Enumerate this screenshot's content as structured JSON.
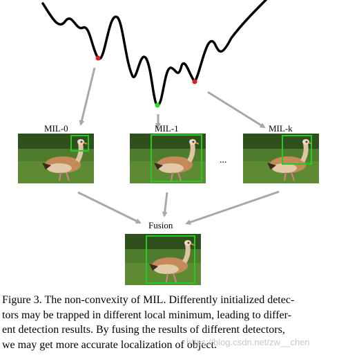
{
  "labels": {
    "mil0": "MIL-0",
    "mil1": "MIL-1",
    "milk": "MIL-k",
    "ellipsis": "...",
    "fusion": "Fusion"
  },
  "caption": {
    "l1": "Figure 3. The non-convexity of MIL. Differently initialized detec-",
    "l2": "tors may be trapped in different local minimum, leading to differ-",
    "l3": "ent detection results.  By fusing the results of different detectors,",
    "l4": "we may get more accurate localization of object."
  },
  "watermark": "https://blog.csdn.net/zw__chen",
  "colors": {
    "curve": "#000000",
    "local_min_dot": "#e02020",
    "global_min_dot": "#22dd22",
    "arrow": "#a8a8a8",
    "bbox": "#22cc22"
  }
}
